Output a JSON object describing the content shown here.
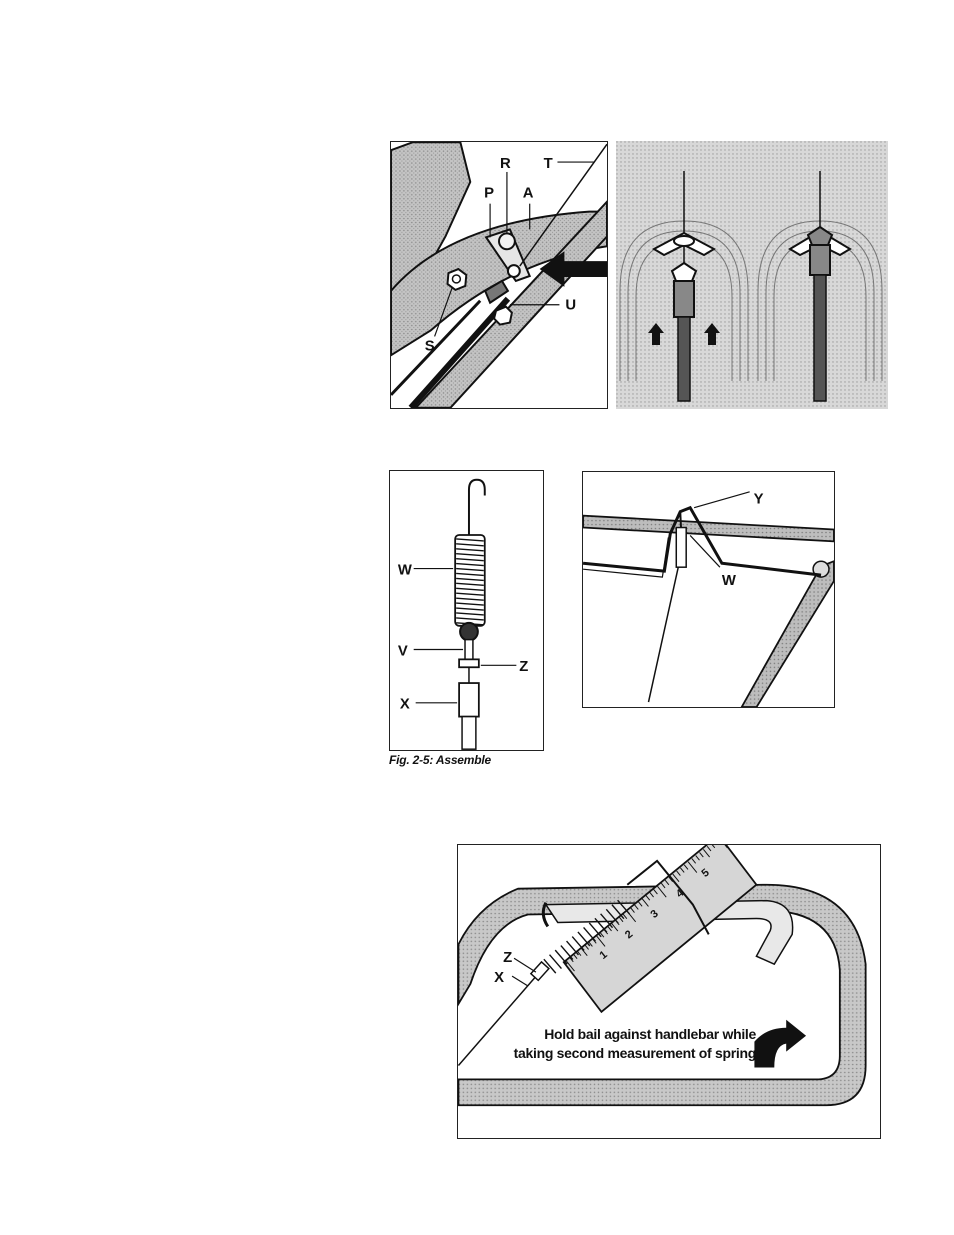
{
  "fig_top_left": {
    "labels": {
      "r": "R",
      "t": "T",
      "p": "P",
      "a": "A",
      "u": "U",
      "s": "S"
    }
  },
  "fig_spring": {
    "labels": {
      "w": "W",
      "v": "V",
      "z": "Z",
      "x": "X"
    },
    "caption": "Fig. 2-5: Assemble"
  },
  "fig_bail": {
    "labels": {
      "y": "Y",
      "w": "W"
    }
  },
  "fig_measure": {
    "labels": {
      "z": "Z",
      "x": "X"
    },
    "ruler_numbers": [
      "1",
      "2",
      "3",
      "4",
      "5"
    ],
    "note_line1": "Hold bail against handlebar while",
    "note_line2": "taking second measurement of spring"
  },
  "colors": {
    "ink": "#111111",
    "shade": "#a8a8a8",
    "light_shade": "#d2d2d2"
  }
}
